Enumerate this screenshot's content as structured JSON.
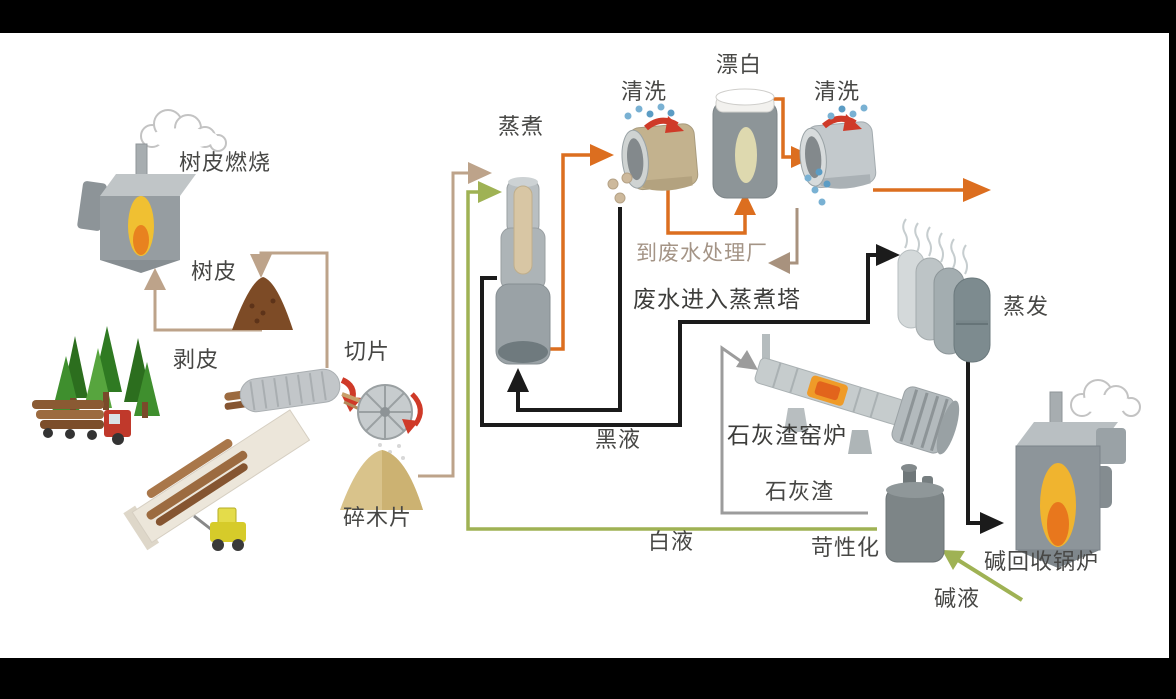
{
  "labels": {
    "bark_burning": "树皮燃烧",
    "bark": "树皮",
    "debarking": "剥皮",
    "chipping": "切片",
    "wood_chips": "碎木片",
    "cooking": "蒸煮",
    "washing1": "清洗",
    "bleaching": "漂白",
    "washing2": "清洗",
    "to_wastewater_plant": "到废水处理厂",
    "wastewater_to_digester": "废水进入蒸煮塔",
    "black_liquor": "黑液",
    "white_liquor": "白液",
    "lime_kiln": "石灰渣窑炉",
    "lime_sludge": "石灰渣",
    "causticizing": "苛性化",
    "evaporation": "蒸发",
    "alkali_recovery_boiler": "碱回收锅炉",
    "alkali_liquor": "碱液"
  },
  "colors": {
    "background": "#ffffff",
    "letterbox": "#000000",
    "line_tan": "#bda38a",
    "line_tan_gray": "#a8927e",
    "line_orange": "#dc6e1f",
    "line_green": "#9fb254",
    "line_black": "#1b1b1b",
    "line_gray": "#9c9c9c",
    "machine_red": "#cf3a28",
    "flame_yellow": "#f0bc32",
    "flame_orange": "#e8771d",
    "label_text": "#474745",
    "label_muted": "#a49486"
  },
  "flows": [
    {
      "path": "debarking to bark-pile",
      "color": "tan"
    },
    {
      "path": "bark-pile to bark-burning",
      "color": "tan"
    },
    {
      "path": "chipping to wood-chips",
      "color": "tan"
    },
    {
      "path": "wood-chips to cooking",
      "color": "tan"
    },
    {
      "path": "cooking to washing1",
      "color": "orange"
    },
    {
      "path": "washing1 to bleaching",
      "color": "orange"
    },
    {
      "path": "bleaching to washing2",
      "color": "orange"
    },
    {
      "path": "washing2 to pulp-out",
      "color": "orange"
    },
    {
      "path": "washing2 to wastewater-plant",
      "color": "tan-gray"
    },
    {
      "path": "washing1 to cooking (wastewater_to_digester)",
      "color": "black"
    },
    {
      "path": "cooking to evaporation (black_liquor)",
      "color": "black"
    },
    {
      "path": "evaporation to alkali-recovery-boiler",
      "color": "black"
    },
    {
      "path": "alkali-recovery-boiler to causticizing (alkali_liquor)",
      "color": "green"
    },
    {
      "path": "causticizing to lime-kiln (lime_sludge)",
      "color": "gray"
    },
    {
      "path": "causticizing to cooking (white_liquor)",
      "color": "green"
    }
  ]
}
